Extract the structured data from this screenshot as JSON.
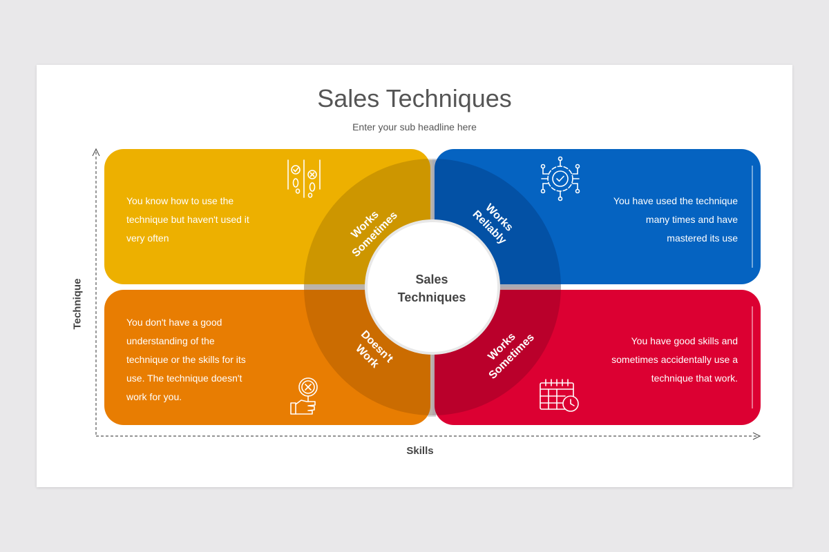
{
  "header": {
    "title": "Sales Techniques",
    "subtitle": "Enter your sub headline here"
  },
  "center": {
    "label_line1": "Sales",
    "label_line2": "Techniques"
  },
  "axes": {
    "x_label": "Skills",
    "y_label": "Technique"
  },
  "quadrants": {
    "top_left": {
      "color": "#EDB000",
      "ring_line1": "Works",
      "ring_line2": "Sometimes",
      "text": [
        "You know how to use the",
        "technique but haven't used it",
        "very often"
      ],
      "icon": "footsteps-check-icon"
    },
    "top_right": {
      "color": "#0563C1",
      "ring_line1": "Works",
      "ring_line2": "Reliably",
      "text": [
        "You have used the technique",
        "many times and have",
        "mastered its use"
      ],
      "icon": "gear-check-icon"
    },
    "bottom_left": {
      "color": "#E87D02",
      "ring_line1": "Doesn't",
      "ring_line2": "Work",
      "text": [
        "You don't have a good",
        "understanding of the",
        "technique or the skills for its",
        "use. The technique doesn't",
        "work for you."
      ],
      "icon": "hand-magnifier-x-icon"
    },
    "bottom_right": {
      "color": "#DC0032",
      "ring_line1": "Works",
      "ring_line2": "Sometimes",
      "text": [
        "You have good skills and",
        "sometimes accidentally use a",
        "technique that work."
      ],
      "icon": "calendar-clock-icon"
    }
  }
}
